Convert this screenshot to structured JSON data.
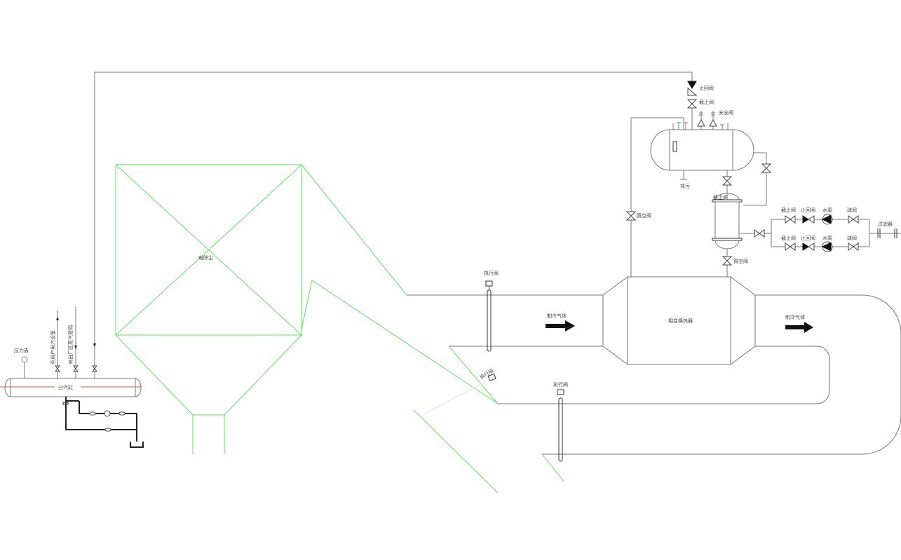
{
  "title": "相变换热器系统流程图",
  "colors": {
    "line": "#777777",
    "esp": "#5ee05e",
    "centerline": "#e05050",
    "arrow": "#111111"
  },
  "labels": {
    "esp": "电除尘",
    "check_valve_top": "止回阀",
    "stop_valve_top": "截止阀",
    "safety_valve": "安全阀",
    "blowdown": "排污",
    "stop_valve_mid": "截止阀",
    "vacuum_valve_left": "真空阀",
    "vacuum_valve_bottom": "真空阀",
    "exchanger": "相变换热器",
    "gas_in": "制冷气体",
    "gas_out": "制冷气体",
    "actuator_valve_1": "执行阀",
    "actuator_valve_2": "执行阀",
    "actuator_valve_3": "执行阀",
    "filter": "过滤器",
    "pressure_gauge": "压力表",
    "to_user": "至用户用汽设备",
    "from_plant": "来自厂区蒸汽管网",
    "header": "分汽缸"
  },
  "pump_rows": [
    {
      "stop_valve": "截止阀",
      "check_valve": "止回阀",
      "pump": "水泵",
      "ball_valve": "球阀"
    },
    {
      "stop_valve": "截止阀",
      "check_valve": "止回阀",
      "pump": "水泵",
      "ball_valve": "球阀"
    }
  ]
}
